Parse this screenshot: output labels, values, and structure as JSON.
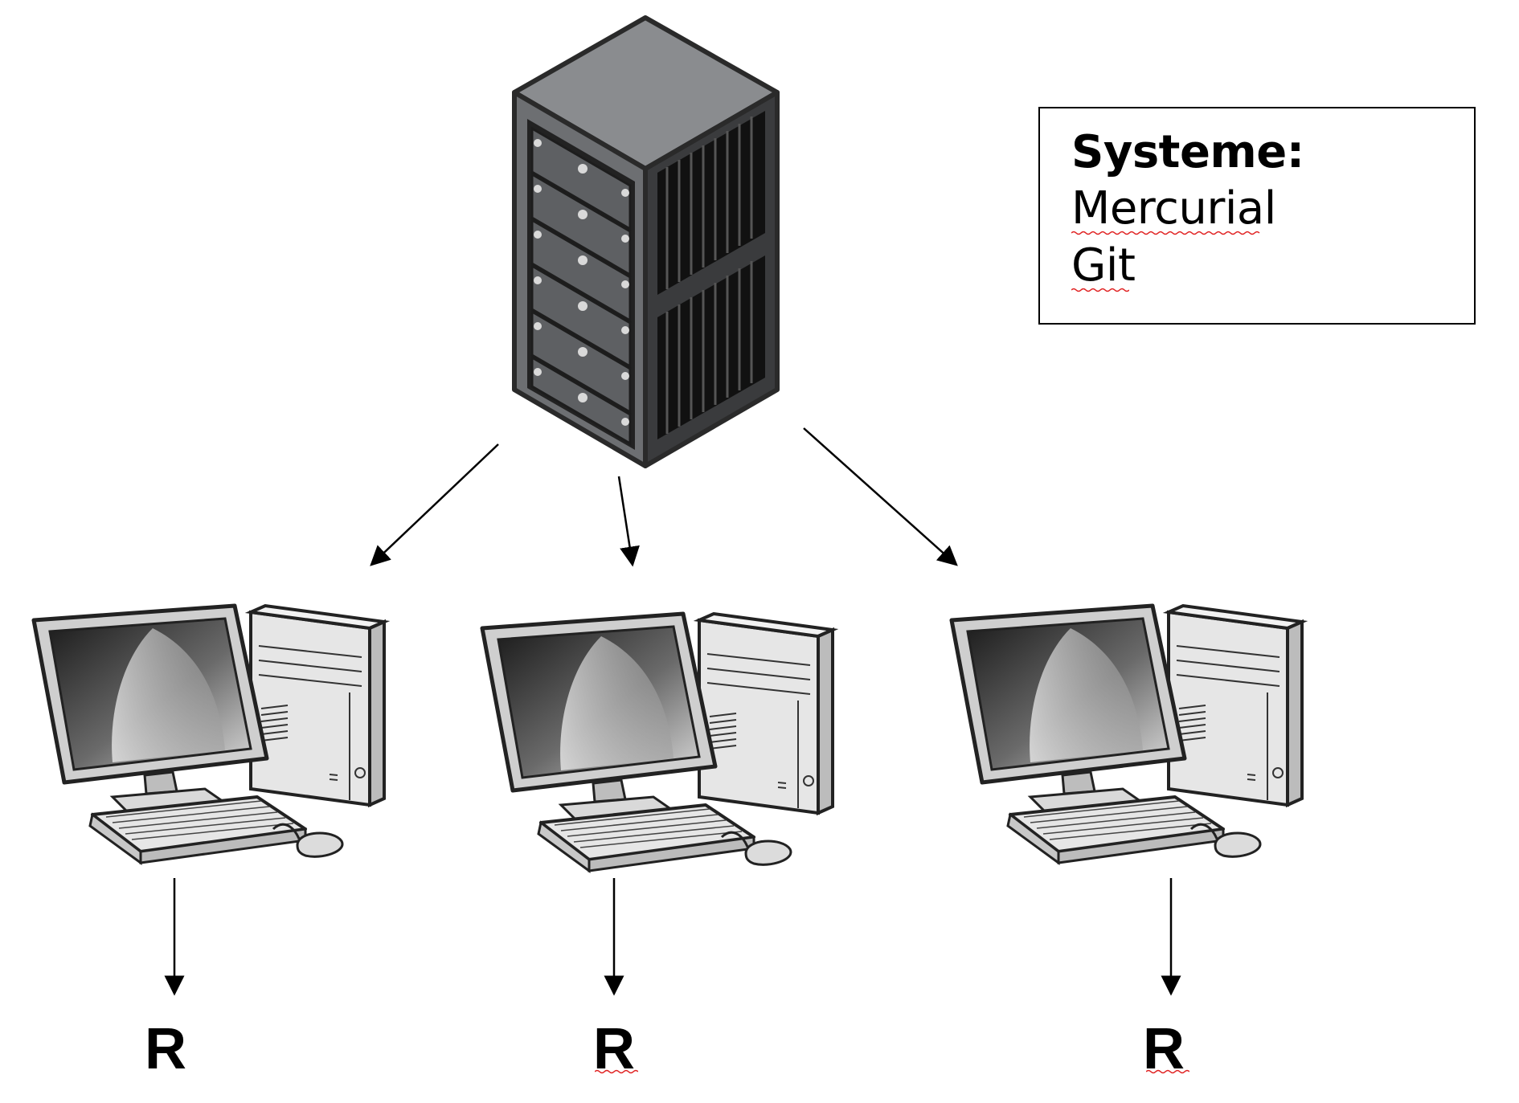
{
  "info_box": {
    "title": "Systeme:",
    "items": [
      "Mercurial",
      "Git"
    ]
  },
  "server": {
    "icon": "server-rack-icon"
  },
  "clients": [
    {
      "icon": "desktop-computer-icon",
      "label": "R"
    },
    {
      "icon": "desktop-computer-icon",
      "label": "R"
    },
    {
      "icon": "desktop-computer-icon",
      "label": "R"
    }
  ],
  "colors": {
    "server_face": "#6d6f72",
    "server_top": "#8a8c8f",
    "server_side": "#3a3b3d",
    "computer_body": "#e6e6e6",
    "spellcheck": "#e02020"
  }
}
